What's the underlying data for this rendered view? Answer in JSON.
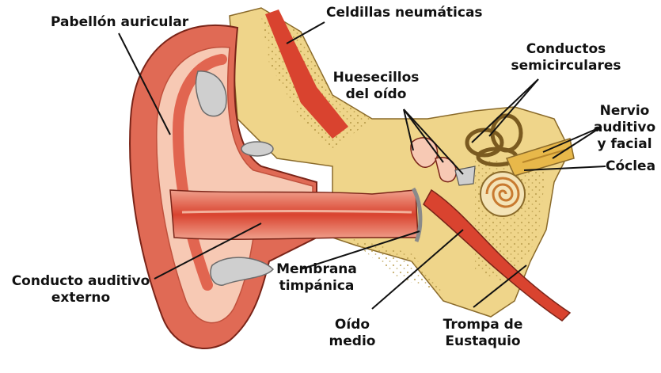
{
  "diagram": {
    "labels": {
      "pabellon": [
        "Pabellón auricular"
      ],
      "celdillas": [
        "Celdillas neumáticas"
      ],
      "conductos": [
        "Conductos",
        "semicirculares"
      ],
      "huesecillos": [
        "Huesecillos",
        "del oído"
      ],
      "nervio": [
        "Nervio",
        "auditivo",
        "y facial"
      ],
      "coclea": [
        "Cóclea"
      ],
      "conducto_auditivo": [
        "Conducto auditivo",
        "externo"
      ],
      "membrana": [
        "Membrana",
        "timpánica"
      ],
      "oido_medio": [
        "Oído",
        "medio"
      ],
      "trompa": [
        "Trompa de",
        "Eustaquio"
      ]
    },
    "colors": {
      "skin_outer": "#e06a55",
      "skin_inner": "#f7c9b4",
      "canal": "#d9432f",
      "bone": "#efd58a",
      "bone_dots": "#b89b4a",
      "nerve": "#e8b84a",
      "leader": "#111111"
    }
  }
}
